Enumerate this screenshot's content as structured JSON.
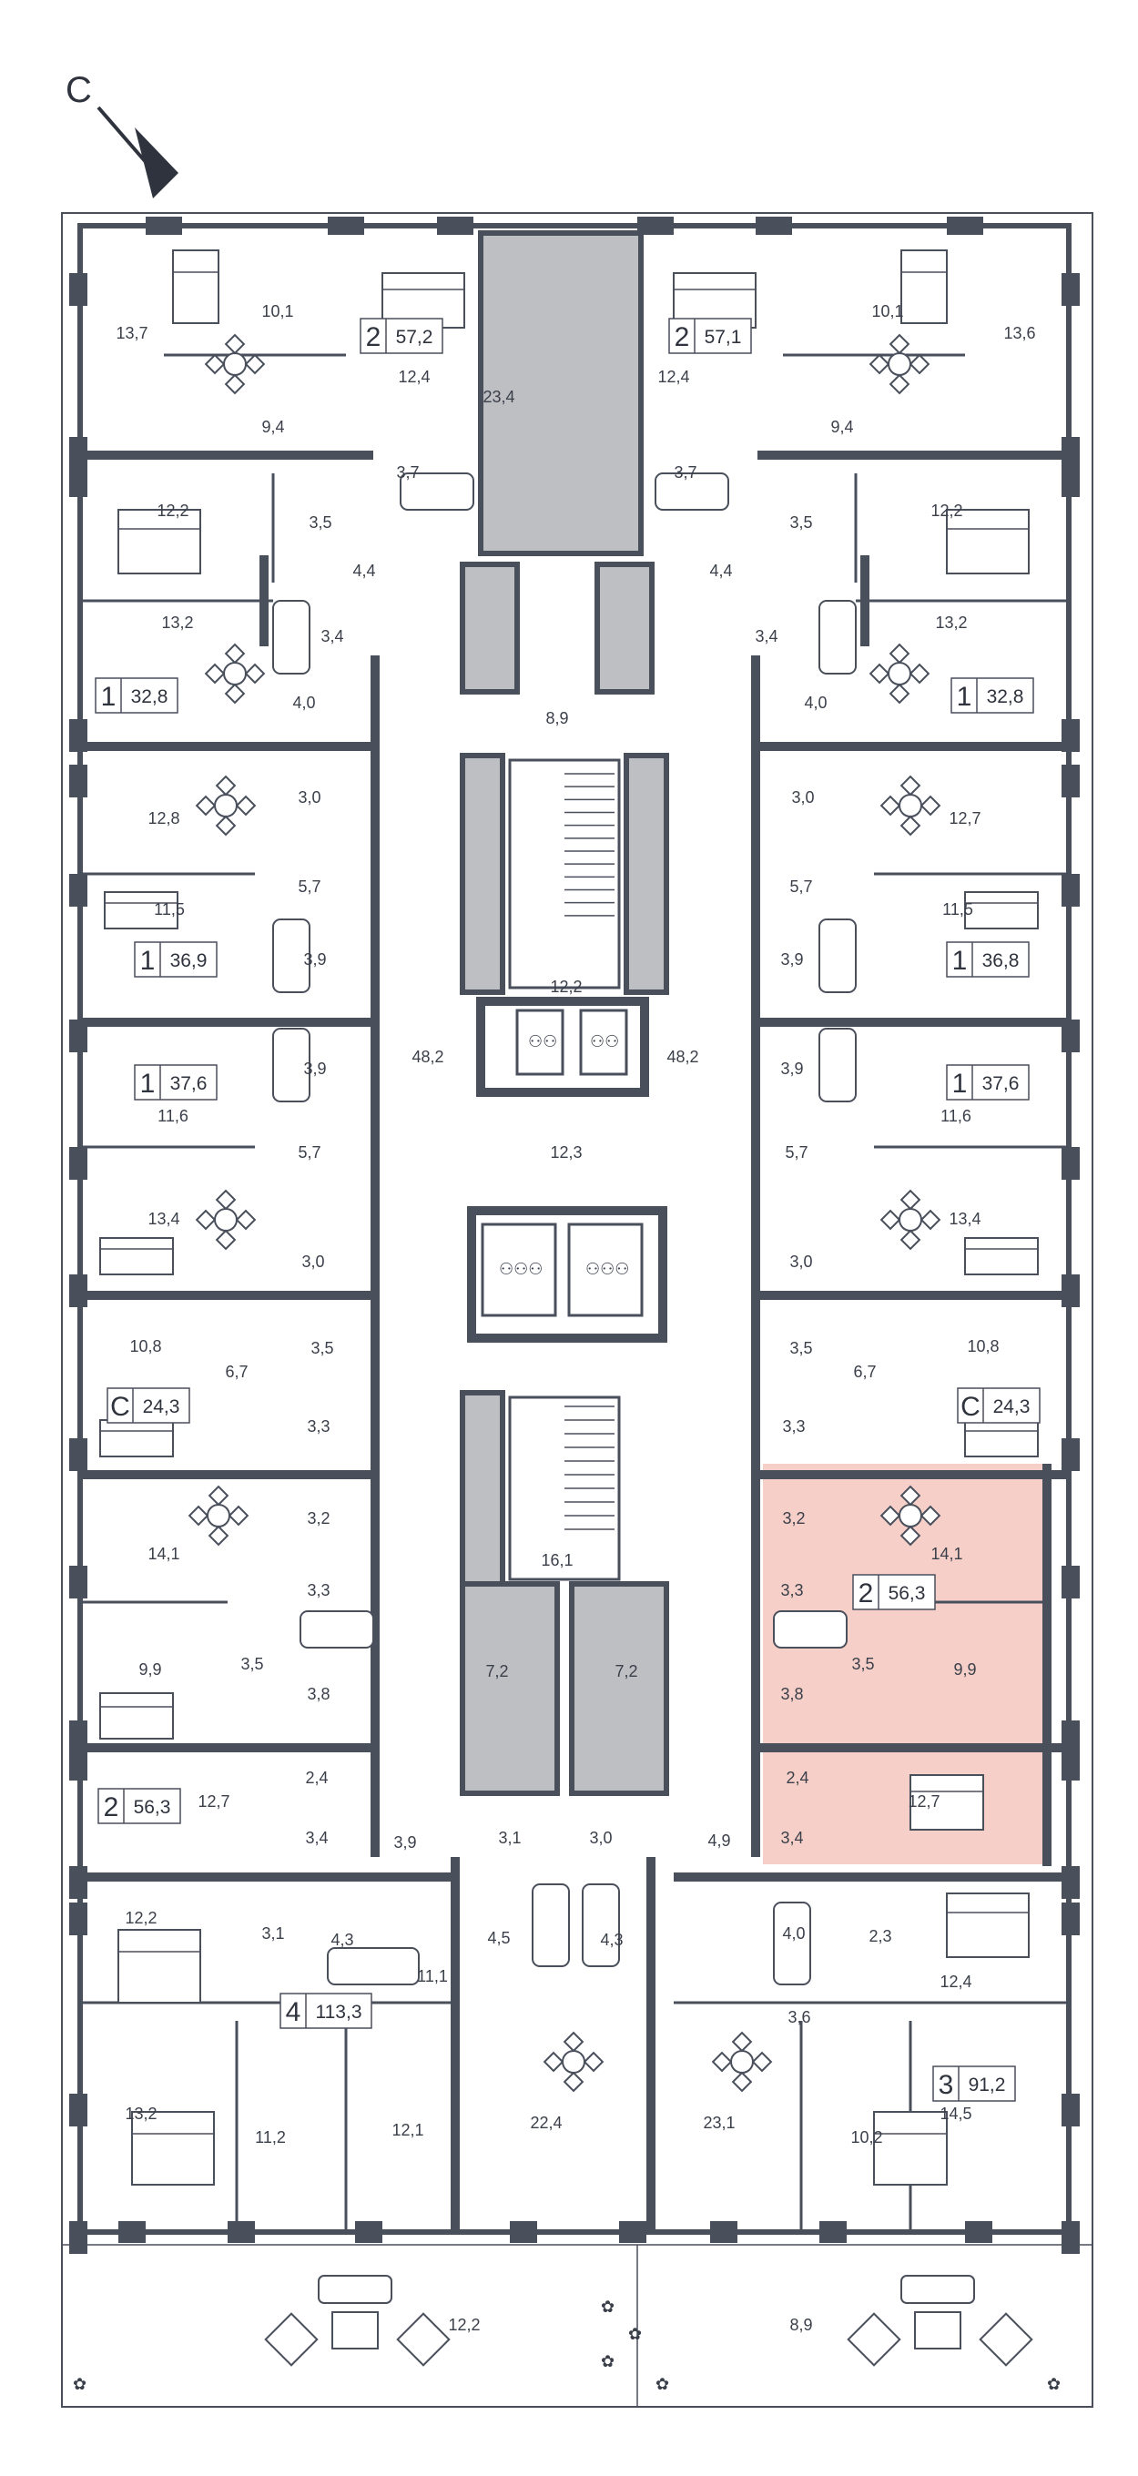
{
  "compass": {
    "label": "С"
  },
  "colors": {
    "wall": "#4a4f5c",
    "shaft": "#bdbfc3",
    "highlight": "#f6d0c8"
  },
  "apartments": [
    {
      "rooms": "2",
      "area": "57,2"
    },
    {
      "rooms": "2",
      "area": "57,1"
    },
    {
      "rooms": "1",
      "area": "32,8"
    },
    {
      "rooms": "1",
      "area": "32,8"
    },
    {
      "rooms": "1",
      "area": "36,9"
    },
    {
      "rooms": "1",
      "area": "36,8"
    },
    {
      "rooms": "1",
      "area": "37,6"
    },
    {
      "rooms": "1",
      "area": "37,6"
    },
    {
      "rooms": "С",
      "area": "24,3"
    },
    {
      "rooms": "С",
      "area": "24,3"
    },
    {
      "rooms": "2",
      "area": "56,3"
    },
    {
      "rooms": "2",
      "area": "56,3"
    },
    {
      "rooms": "4",
      "area": "113,3"
    },
    {
      "rooms": "3",
      "area": "91,2"
    }
  ],
  "room_areas": [
    "13,7",
    "10,1",
    "12,4",
    "23,4",
    "12,4",
    "10,1",
    "13,6",
    "9,4",
    "3,7",
    "3,7",
    "9,4",
    "12,2",
    "3,5",
    "4,4",
    "4,4",
    "3,5",
    "12,2",
    "13,2",
    "3,4",
    "3,4",
    "13,2",
    "4,0",
    "8,9",
    "4,0",
    "3,0",
    "3,0",
    "12,8",
    "12,7",
    "5,7",
    "5,7",
    "11,5",
    "11,5",
    "3,9",
    "12,2",
    "3,9",
    "48,2",
    "48,2",
    "3,9",
    "3,9",
    "11,6",
    "11,6",
    "5,7",
    "12,3",
    "5,7",
    "13,4",
    "13,4",
    "3,0",
    "3,0",
    "10,8",
    "3,5",
    "6,7",
    "6,7",
    "3,5",
    "10,8",
    "3,3",
    "3,3",
    "14,1",
    "3,2",
    "3,2",
    "14,1",
    "3,3",
    "16,1",
    "3,3",
    "9,9",
    "3,5",
    "7,2",
    "7,2",
    "3,5",
    "9,9",
    "3,8",
    "3,8",
    "12,7",
    "2,4",
    "2,4",
    "12,7",
    "3,4",
    "3,9",
    "3,1",
    "3,0",
    "4,9",
    "3,4",
    "12,2",
    "3,1",
    "4,3",
    "4,5",
    "4,3",
    "4,0",
    "2,3",
    "11,1",
    "12,4",
    "3,6",
    "13,2",
    "22,4",
    "23,1",
    "14,5",
    "11,2",
    "12,1",
    "10,2",
    "12,2",
    "8,9"
  ]
}
